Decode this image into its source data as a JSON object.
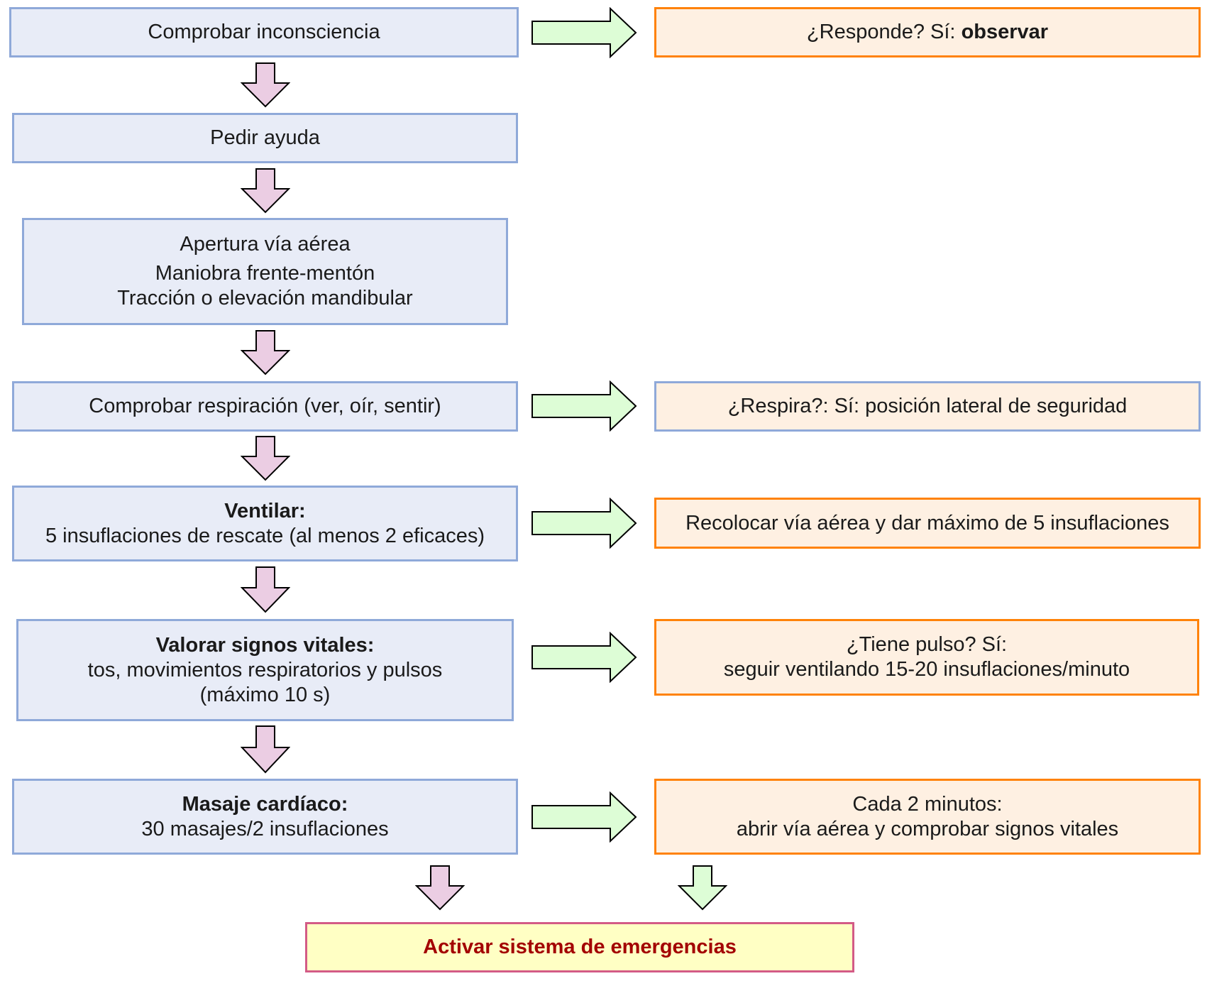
{
  "colors": {
    "step_fill": "#e8ecf7",
    "step_border": "#8fa9d9",
    "result_fill": "#fef0e2",
    "result_border": "#ff8208",
    "final_fill": "#ffffc4",
    "final_border": "#d35b86",
    "final_text": "#a30000",
    "down_arrow_fill": "#ebcde3",
    "right_arrow_fill": "#ddfdd6"
  },
  "steps": [
    {
      "lines": [
        "Comprobar inconsciencia"
      ]
    },
    {
      "lines": [
        "Pedir ayuda"
      ]
    },
    {
      "title": "Apertura vía aérea",
      "lines": [
        "Maniobra frente-mentón",
        "Tracción o elevación mandibular"
      ]
    },
    {
      "lines": [
        "Comprobar respiración (ver, oír, sentir)"
      ]
    },
    {
      "title": "Ventilar:",
      "lines": [
        "5 insuflaciones de rescate (al menos 2 eficaces)"
      ]
    },
    {
      "title": "Valorar signos vitales:",
      "lines": [
        "tos, movimientos respiratorios y pulsos",
        "(máximo 10 s)"
      ]
    },
    {
      "title": "Masaje cardíaco:",
      "lines": [
        "30 masajes/2 insuflaciones"
      ]
    }
  ],
  "outcomes": [
    {
      "prefix": "¿Responde?  Sí: ",
      "bold": "observar"
    },
    {
      "lines": [
        "¿Respira?: Sí: posición lateral de seguridad"
      ]
    },
    {
      "lines": [
        "Recolocar vía aérea y dar máximo de 5 insuflaciones"
      ]
    },
    {
      "lines": [
        "¿Tiene pulso? Sí:",
        "seguir ventilando 15-20 insuflaciones/minuto"
      ]
    },
    {
      "lines": [
        "Cada 2 minutos:",
        "abrir vía aérea y comprobar signos vitales"
      ]
    }
  ],
  "final": {
    "label": "Activar sistema de emergencias"
  }
}
